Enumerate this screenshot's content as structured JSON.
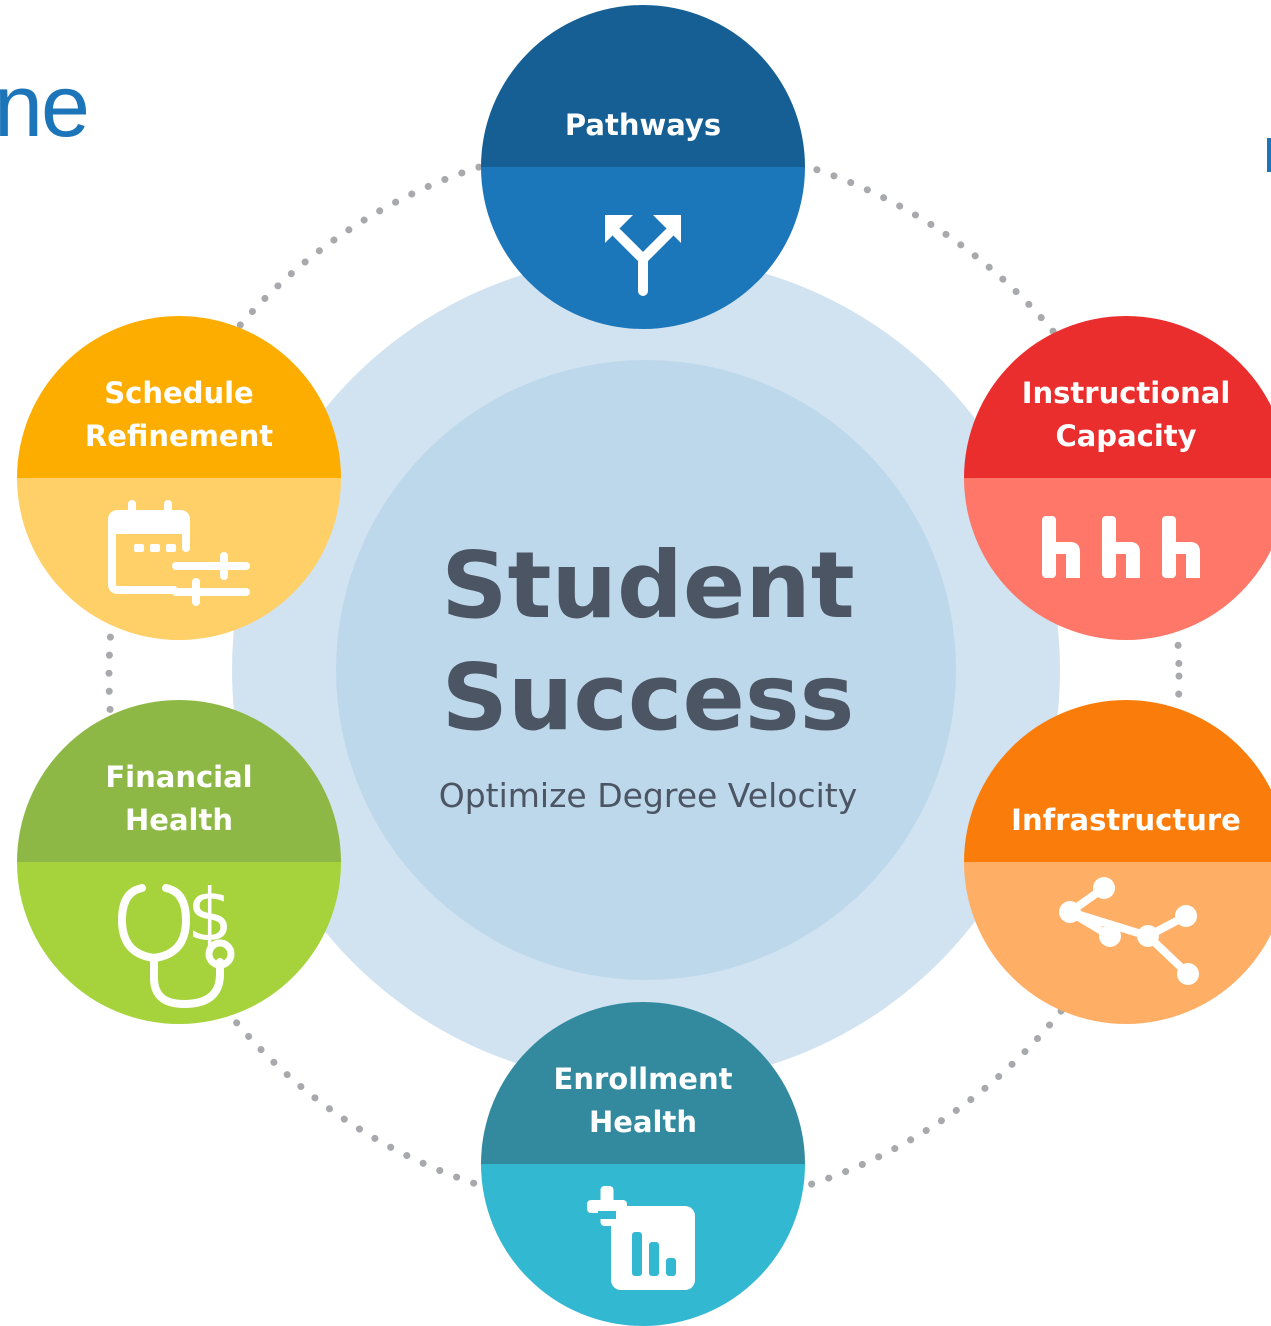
{
  "corner_text": "ne",
  "center": {
    "title_line1": "Student",
    "title_line2": "Success",
    "subtitle": "Optimize Degree Velocity"
  },
  "nodes": [
    {
      "id": "pathways",
      "label_line1": "Pathways",
      "label_line2": "",
      "top_color": "#155f95",
      "bottom_color": "#1c76ba",
      "icon": "pathways-split-arrow-icon"
    },
    {
      "id": "instructional-capacity",
      "label_line1": "Instructional",
      "label_line2": "Capacity",
      "top_color": "#ea2e2e",
      "bottom_color": "#ff7768",
      "icon": "instructors-icon"
    },
    {
      "id": "infrastructure",
      "label_line1": "Infrastructure",
      "label_line2": "",
      "top_color": "#fa7d0c",
      "bottom_color": "#ffae66",
      "icon": "network-nodes-icon"
    },
    {
      "id": "enrollment-health",
      "label_line1": "Enrollment",
      "label_line2": "Health",
      "top_color": "#338a9f",
      "bottom_color": "#33b8d1",
      "icon": "chart-plus-icon"
    },
    {
      "id": "financial-health",
      "label_line1": "Financial",
      "label_line2": "Health",
      "top_color": "#8eb845",
      "bottom_color": "#a6d33b",
      "icon": "stethoscope-dollar-icon"
    },
    {
      "id": "schedule-refinement",
      "label_line1": "Schedule",
      "label_line2": "Refinement",
      "top_color": "#fdad00",
      "bottom_color": "#ffcf68",
      "icon": "calendar-sliders-icon"
    }
  ],
  "colors": {
    "outer_circle": "#d1e3f1",
    "inner_circle": "#bed8eb",
    "dotted_ring": "#a7a9ac",
    "center_text": "#4b5563",
    "corner_text": "#1d75b9"
  }
}
